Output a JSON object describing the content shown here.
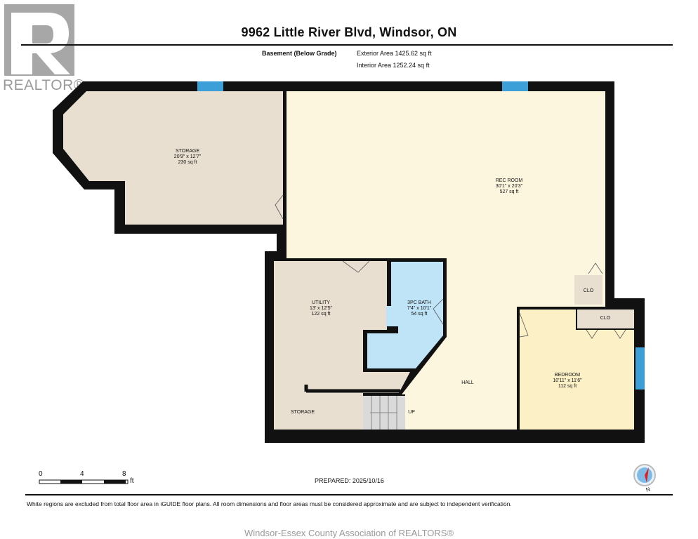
{
  "header": {
    "title": "9962 Little River Blvd, Windsor, ON",
    "level": "Basement (Below Grade)",
    "exterior_area": "Exterior Area 1425.62 sq ft",
    "interior_area": "Interior Area 1252.24 sq ft"
  },
  "logo": {
    "text": "REALTOR®"
  },
  "rooms": [
    {
      "name": "STORAGE",
      "dims": "20'9\" x 12'7\"",
      "area": "230 sq ft"
    },
    {
      "name": "REC ROOM",
      "dims": "30'1\" x 20'3\"",
      "area": "527 sq ft"
    },
    {
      "name": "UTILITY",
      "dims": "13' x 12'5\"",
      "area": "122 sq ft"
    },
    {
      "name": "3PC BATH",
      "dims": "7'4\" x 10'1\"",
      "area": "54 sq ft"
    },
    {
      "name": "BEDROOM",
      "dims": "10'11\" x 11'6\"",
      "area": "112 sq ft"
    }
  ],
  "small_labels": {
    "clo1": "CLO",
    "clo2": "CLO",
    "hall": "HALL",
    "storage2": "STORAGE",
    "up": "UP"
  },
  "scale": {
    "t0": "0",
    "t4": "4",
    "t8": "8",
    "unit": "ft"
  },
  "prepared": "PREPARED: 2025/10/16",
  "compass": {
    "label": "N"
  },
  "disclaimer": "White regions are excluded from total floor area in iGUIDE floor plans. All room dimensions and floor areas must be considered approximate and are subject to independent verification.",
  "footer": "Windsor-Essex County Association of REALTORS®",
  "colors": {
    "wall": "#111111",
    "storage": "#e8dfd0",
    "rec": "#fdf6df",
    "bath": "#bfe3f7",
    "bedroom": "#fcf0c6",
    "window": "#3d9fd8"
  }
}
